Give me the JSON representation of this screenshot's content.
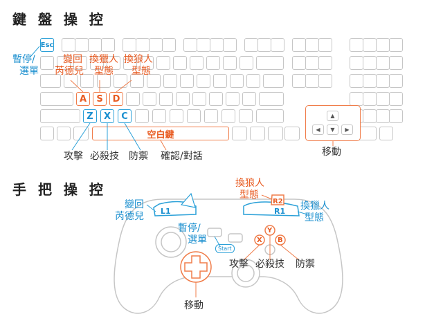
{
  "keyboard": {
    "title": "鍵 盤 操 控",
    "esc": "Esc",
    "a": "A",
    "s": "S",
    "d": "D",
    "z": "Z",
    "x": "X",
    "c": "C",
    "space": "空白鍵",
    "arrow_up": "▲",
    "arrow_left": "◀",
    "arrow_down": "▼",
    "arrow_right": "▶",
    "labels": {
      "pause_line1": "暫停/",
      "pause_line2": "選單",
      "a_line1": "變回",
      "a_line2": "芮德兒",
      "s_line1": "換獵人",
      "s_line2": "型態",
      "d_line1": "換狼人",
      "d_line2": "型態",
      "z": "攻擊",
      "x": "必殺技",
      "c": "防禦",
      "space": "確認/對話",
      "move": "移動"
    }
  },
  "gamepad": {
    "title": "手 把 操 控",
    "l1": "L1",
    "r1": "R1",
    "r2": "R2",
    "start": "Start",
    "x": "X",
    "y": "Y",
    "b": "B",
    "labels": {
      "l1_line1": "變回",
      "l1_line2": "芮德兒",
      "r2_line1": "換狼人",
      "r2_line2": "型態",
      "r1_line1": "換獵人",
      "r1_line2": "型態",
      "start_line1": "暫停/",
      "start_line2": "選單",
      "x": "攻擊",
      "y": "必殺技",
      "b": "防禦",
      "dpad": "移動"
    }
  },
  "colors": {
    "blue": "#1b8fcf",
    "orange": "#e85a20",
    "key_outline": "#c6c6c6"
  }
}
